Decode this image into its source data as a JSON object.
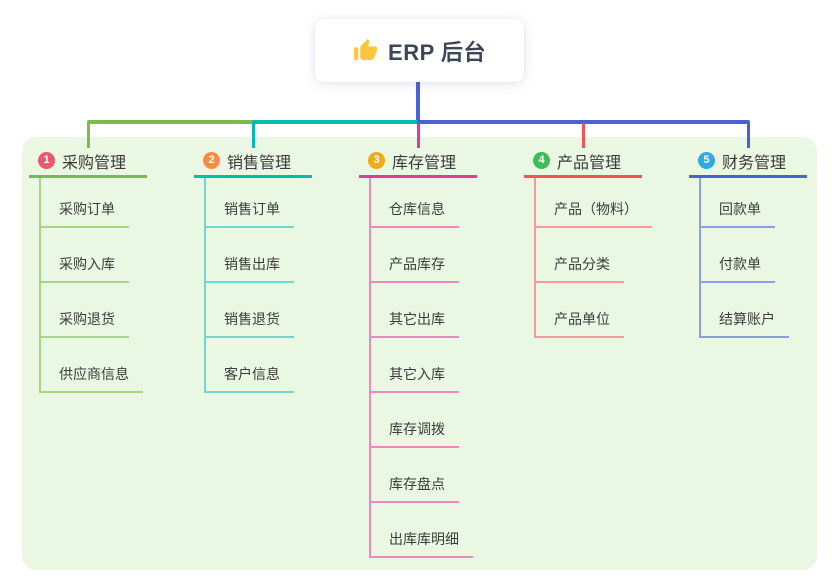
{
  "root": {
    "title": "ERP 后台",
    "icon": "thumbs-up"
  },
  "branches": [
    {
      "num": "1",
      "label": "采购管理",
      "badge_color": "#F0566C",
      "line_color": "#7CBB47",
      "child_line_color": "#A8D584",
      "children": [
        "采购订单",
        "采购入库",
        "采购退货",
        "供应商信息"
      ]
    },
    {
      "num": "2",
      "label": "销售管理",
      "badge_color": "#F98B42",
      "line_color": "#00BDB0",
      "child_line_color": "#72D6CD",
      "children": [
        "销售订单",
        "销售出库",
        "销售退货",
        "客户信息"
      ]
    },
    {
      "num": "3",
      "label": "库存管理",
      "badge_color": "#F7A815",
      "line_color": "#DF3D92",
      "child_line_color": "#EE8AC0",
      "children": [
        "仓库信息",
        "产品库存",
        "其它出库",
        "其它入库",
        "库存调拨",
        "库存盘点",
        "出库库明细"
      ]
    },
    {
      "num": "4",
      "label": "产品管理",
      "badge_color": "#3FBE57",
      "line_color": "#F25358",
      "child_line_color": "#F79A9D",
      "children": [
        "产品（物料）",
        "产品分类",
        "产品单位"
      ]
    },
    {
      "num": "5",
      "label": "财务管理",
      "badge_color": "#2FA9DF",
      "line_color": "#4961D2",
      "child_line_color": "#8CA0E2",
      "children": [
        "回款单",
        "付款单",
        "结算账户"
      ]
    }
  ],
  "colors": {
    "panel_bg": "#EAF7E3",
    "root_line": "#4961D2",
    "title_text": "#3D4657",
    "item_text": "#3C3C3C",
    "thumb_icon": "#FFC53D"
  }
}
